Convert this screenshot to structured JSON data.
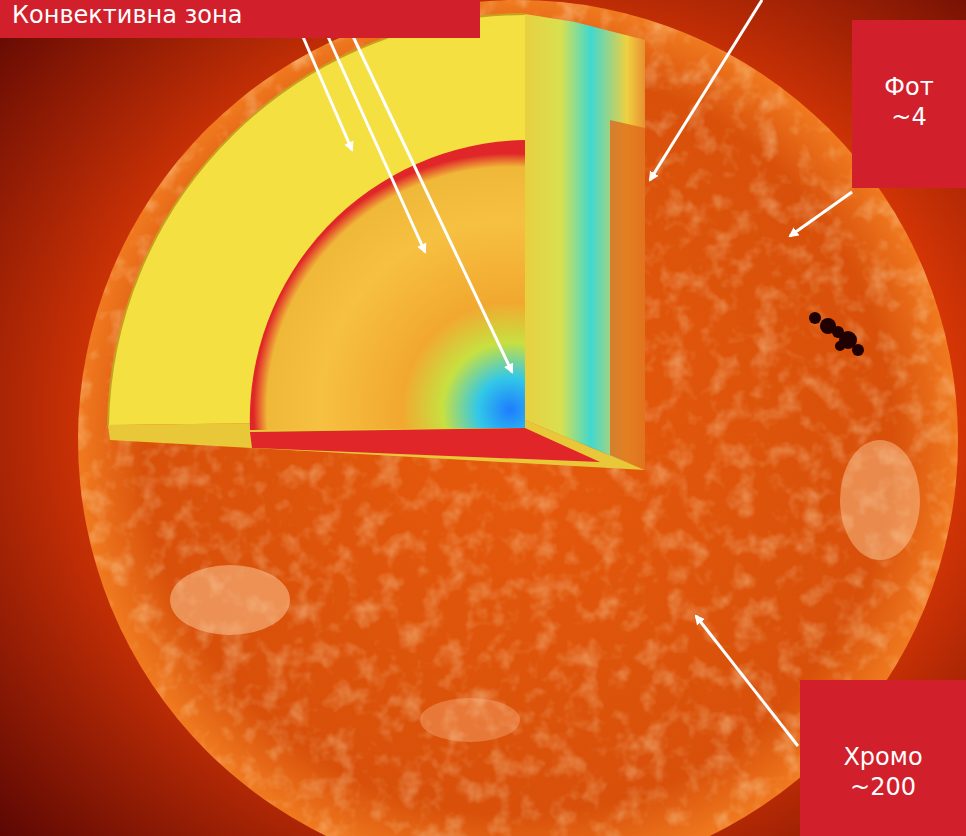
{
  "diagram": {
    "nodes": [
      {
        "text": [
          "Конвективна зона"
        ]
      },
      {
        "text": [
          "Фот",
          "~4"
        ]
      },
      {
        "text": [
          "Хромо",
          "~200"
        ]
      }
    ]
  }
}
